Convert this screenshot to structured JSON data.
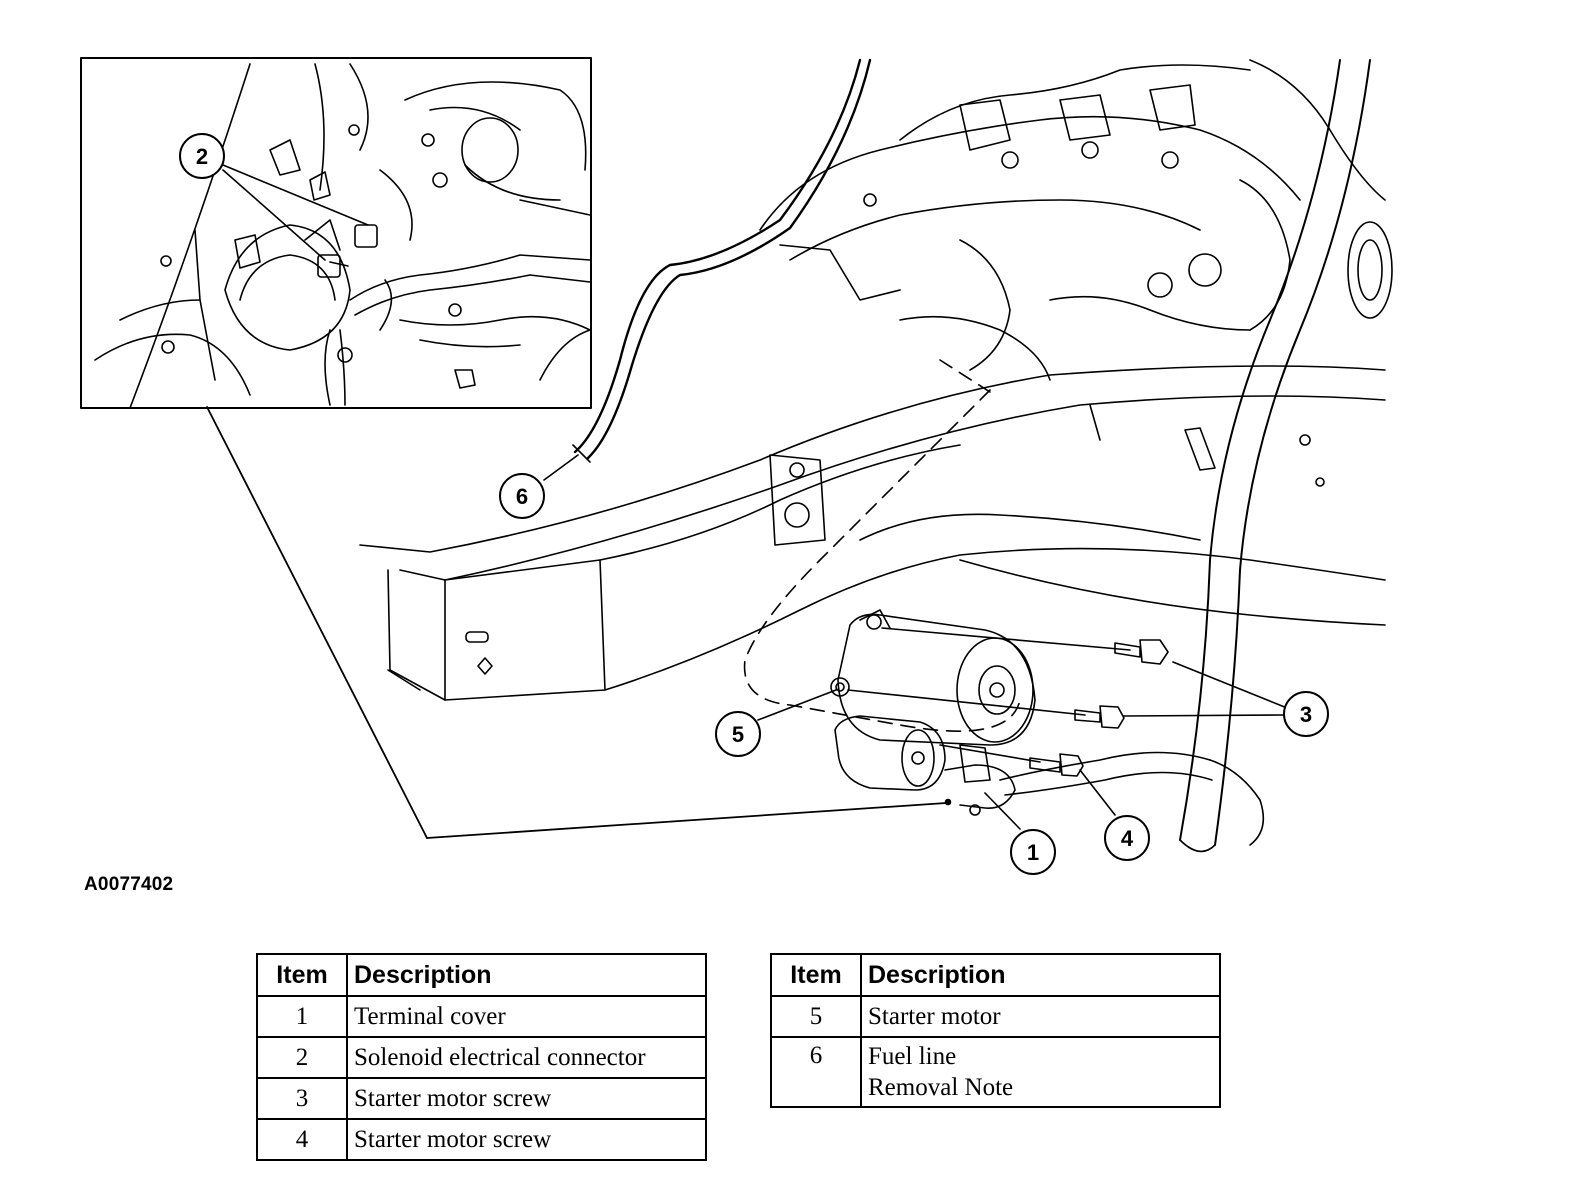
{
  "figure_id": "A0077402",
  "callouts": [
    "1",
    "2",
    "3",
    "4",
    "5",
    "6"
  ],
  "legend_left": {
    "headers": {
      "item": "Item",
      "description": "Description"
    },
    "rows": [
      {
        "item": "1",
        "description": "Terminal cover"
      },
      {
        "item": "2",
        "description": "Solenoid electrical connector"
      },
      {
        "item": "3",
        "description": "Starter motor screw"
      },
      {
        "item": "4",
        "description": "Starter motor screw"
      }
    ]
  },
  "legend_right": {
    "headers": {
      "item": "Item",
      "description": "Description"
    },
    "rows": [
      {
        "item": "5",
        "description": "Starter motor"
      },
      {
        "item": "6",
        "description": "Fuel line",
        "description_2": "Removal Note"
      }
    ]
  },
  "colors": {
    "ink": "#000000",
    "paper": "#ffffff"
  }
}
